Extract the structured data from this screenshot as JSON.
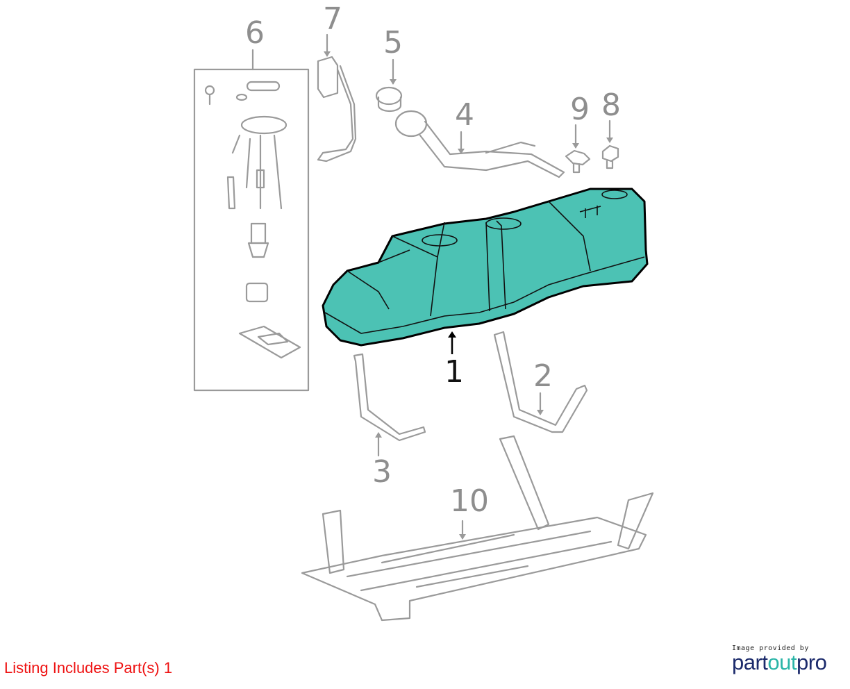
{
  "diagram": {
    "callouts": [
      "1",
      "2",
      "3",
      "4",
      "5",
      "6",
      "7",
      "8",
      "9",
      "10"
    ],
    "highlight_color": "#4cc2b4",
    "highlighted_part": "1"
  },
  "footer": {
    "listing_text": "Listing Includes Part(s) 1",
    "logo_caption": "Image provided by",
    "logo_part1": "part",
    "logo_part2": "out",
    "logo_part3": "pro"
  }
}
